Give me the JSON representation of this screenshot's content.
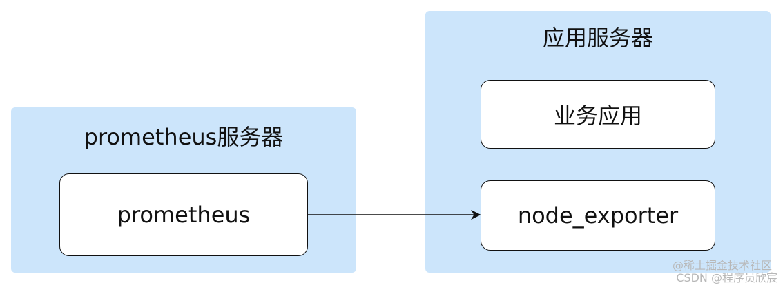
{
  "groups": {
    "prometheus": {
      "title": "prometheus服务器",
      "nodes": {
        "prometheus": "prometheus"
      }
    },
    "app": {
      "title": "应用服务器",
      "nodes": {
        "biz_app": "业务应用",
        "node_exporter": "node_exporter"
      }
    }
  },
  "edges": [
    {
      "from": "prometheus",
      "to": "node_exporter"
    }
  ],
  "watermarks": {
    "line1": "@稀土掘金技术社区",
    "line2": "CSDN @程序员欣宸"
  },
  "colors": {
    "group_fill": "#cce5fb",
    "node_fill": "#ffffff",
    "stroke": "#111111",
    "watermark": "#b8b8b8"
  }
}
